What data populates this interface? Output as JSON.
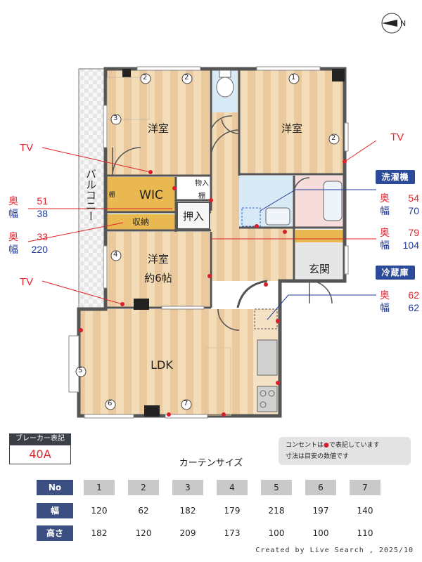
{
  "compass": {
    "label": "N"
  },
  "rooms": {
    "western_room_top_left": "洋室",
    "western_room_top_right": "洋室",
    "western_room_middle": "洋室",
    "western_room_middle_size": "約6帖",
    "wic": "WIC",
    "shelf": "棚",
    "storage": "物入",
    "shelf2": "棚",
    "closet": "押入",
    "storage_room": "収納",
    "balcony": "バルコニー",
    "entrance": "玄関",
    "ldk": "LDK"
  },
  "window_markers": [
    "1",
    "2",
    "2",
    "2",
    "3",
    "4",
    "5",
    "6",
    "7"
  ],
  "tv_labels": [
    "TV",
    "TV",
    "TV"
  ],
  "left_dims": [
    {
      "depth_label": "奥",
      "depth": "51",
      "width_label": "幅",
      "width": "38"
    },
    {
      "depth_label": "奥",
      "depth": "33",
      "width_label": "幅",
      "width": "220"
    }
  ],
  "washer": {
    "title": "洗濯機",
    "depth_label": "奥",
    "depth": "54",
    "width_label": "幅",
    "width": "70"
  },
  "misc_dims": {
    "depth_label": "奥",
    "depth": "79",
    "width_label": "幅",
    "width": "104"
  },
  "fridge": {
    "title": "冷蔵庫",
    "depth_label": "奥",
    "depth": "62",
    "width_label": "幅",
    "width": "62"
  },
  "breaker": {
    "title": "ブレーカー表記",
    "value": "40A"
  },
  "notes": {
    "line1": "コンセントは",
    "line1_after": "で表記しています",
    "line2": "寸法は目安の数値です"
  },
  "curtain": {
    "title": "カーテンサイズ",
    "row_headers": [
      "No",
      "幅",
      "高さ"
    ],
    "numbers": [
      "1",
      "2",
      "3",
      "4",
      "5",
      "6",
      "7"
    ],
    "widths": [
      "120",
      "62",
      "182",
      "179",
      "218",
      "197",
      "140"
    ],
    "heights": [
      "182",
      "120",
      "209",
      "173",
      "100",
      "100",
      "110"
    ]
  },
  "credit": "Created by Live Search , 2025/10",
  "colors": {
    "accent_red": "#e0242c",
    "accent_blue": "#2b4a9a",
    "floor": "#f0d9b5",
    "wall": "#555555"
  }
}
